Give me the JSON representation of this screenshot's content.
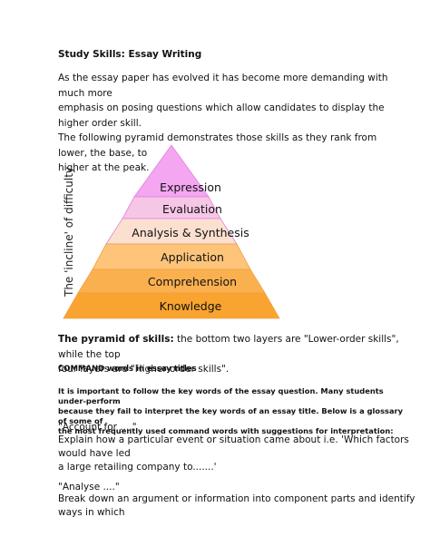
{
  "document": {
    "title": "Study Skills: Essay Writing",
    "intro_lines": [
      "As the essay paper has evolved it has become more demanding with much more",
      "emphasis on posing questions which allow candidates to display the higher order skill.",
      "The following pyramid demonstrates those skills as they rank from lower, the base, to",
      "higher at the peak."
    ],
    "pyramid": {
      "axis_label": "The 'incline' of difficulty",
      "layers": [
        {
          "label": "Expression",
          "color": "#f4a6f0"
        },
        {
          "label": "Evaluation",
          "color": "#f6c6e6"
        },
        {
          "label": "Analysis & Synthesis",
          "color": "#fbe0d0"
        },
        {
          "label": "Application",
          "color": "#fdc47a"
        },
        {
          "label": "Comprehension",
          "color": "#fbb050"
        },
        {
          "label": "Knowledge",
          "color": "#f9a430"
        }
      ]
    },
    "caption": {
      "bold": "The pyramid of skills:",
      "line1_rest": " the bottom two layers are \"Lower-order skills\", while the top",
      "line2": "four layers are \"Higher-order skills\"."
    },
    "subheading": "COMMAND words in essay titles",
    "glossary_intro_lines": [
      "It is important to follow the key words of the essay question. Many students under-perform",
      "because they fail to interpret the key words of an essay title. Below is a glossary of some of",
      "the most frequently used command words with suggestions for interpretation:"
    ],
    "commands": [
      {
        "term": "\"Account for ....\"",
        "description_lines": [
          "Explain how a particular event or situation came about i.e. 'Which factors would have led",
          "a large retailing company to.......'"
        ]
      },
      {
        "term": "\"Analyse ....\"",
        "description_lines": [
          "Break down an argument or information into component parts and identify ways in which"
        ]
      }
    ]
  }
}
